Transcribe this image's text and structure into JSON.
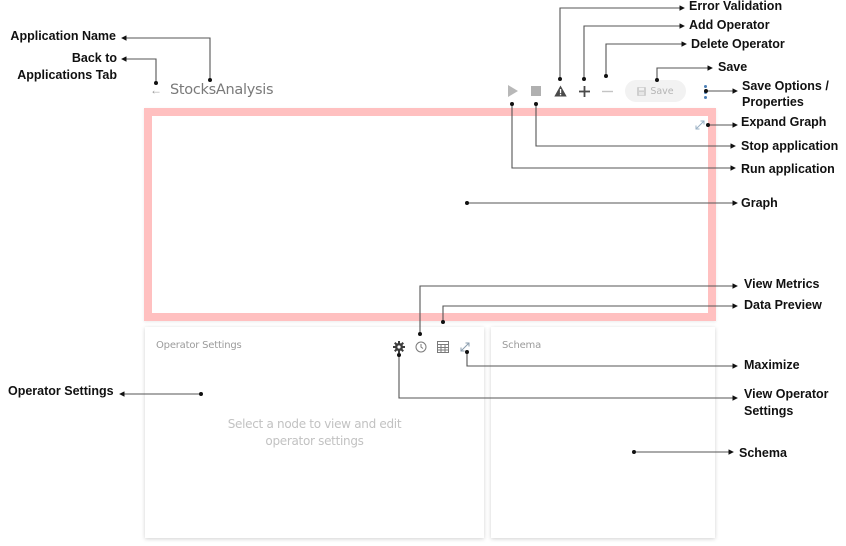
{
  "app": {
    "name": "StocksAnalysis",
    "back_icon": "arrow-left-icon"
  },
  "toolbar": {
    "run_icon": "play-icon",
    "stop_icon": "stop-icon",
    "error_icon": "warning-triangle-icon",
    "add_icon": "plus-icon",
    "delete_icon": "minus-icon",
    "save_label": "Save",
    "save_icon": "floppy-disk-icon",
    "options_icon": "kebab-menu-icon"
  },
  "graph": {
    "expand_icon": "expand-icon",
    "border_color": "#ffc0c0"
  },
  "operator_settings": {
    "title": "Operator Settings",
    "empty_message": "Select a node to view and edit operator settings",
    "icons": [
      "gear-icon",
      "clock-icon",
      "table-icon",
      "maximize-icon"
    ]
  },
  "schema": {
    "title": "Schema"
  },
  "annotations": {
    "application_name": "Application Name",
    "back_to_applications_line1": "Back to",
    "back_to_applications_line2": "Applications Tab",
    "error_validation": "Error Validation",
    "add_operator": "Add Operator",
    "delete_operator": "Delete Operator",
    "save": "Save",
    "save_options_line1": "Save Options /",
    "save_options_line2": "Properties",
    "expand_graph": "Expand Graph",
    "stop_application": "Stop application",
    "run_application": "Run application",
    "graph": "Graph",
    "view_metrics": "View Metrics",
    "data_preview": "Data Preview",
    "maximize": "Maximize",
    "operator_settings": "Operator Settings",
    "view_operator_settings_line1": "View Operator",
    "view_operator_settings_line2": "Settings",
    "schema": "Schema"
  }
}
